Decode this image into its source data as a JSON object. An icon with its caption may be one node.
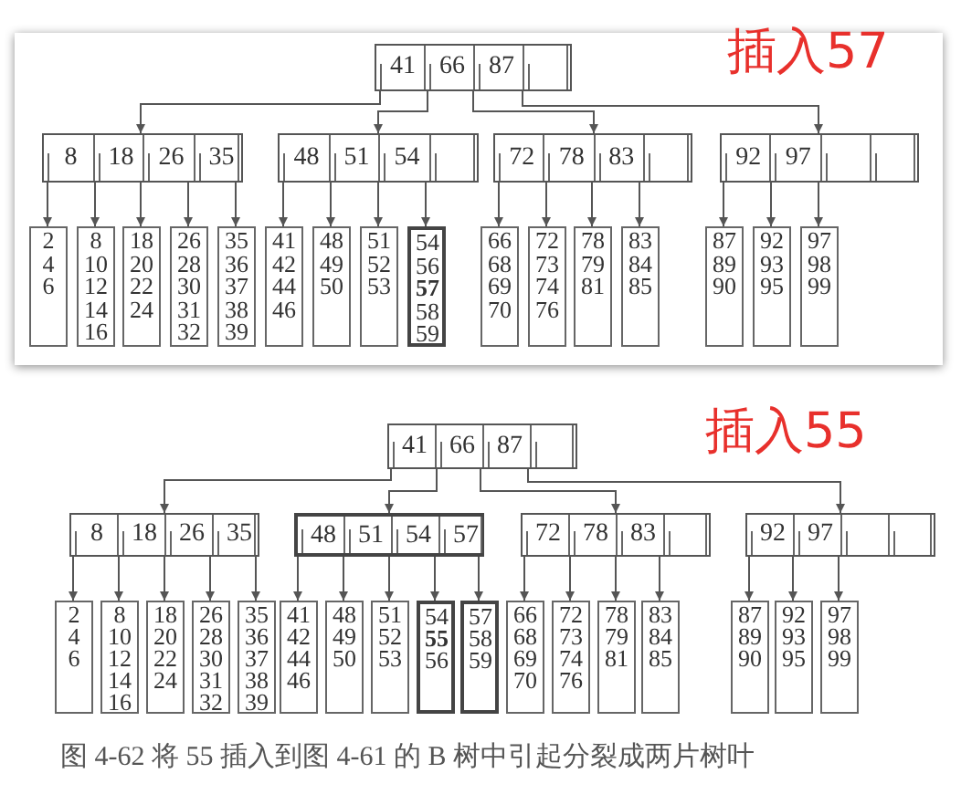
{
  "diagram": {
    "caption": "图 4-62 将 55 插入到图 4-61 的 B 树中引起分裂成两片树叶",
    "nodes": [
      {
        "text": [
          "41",
          "66",
          "87"
        ]
      },
      {
        "text": [
          "8",
          "18",
          "26",
          "35"
        ]
      },
      {
        "text": [
          "48",
          "51",
          "54"
        ]
      },
      {
        "text": [
          "72",
          "78",
          "83"
        ]
      },
      {
        "text": [
          "92",
          "97"
        ]
      },
      {
        "text": [
          "2 4 6"
        ]
      },
      {
        "text": [
          "8 10 12 14 16"
        ]
      },
      {
        "text": [
          "18 20 22 24"
        ]
      },
      {
        "text": [
          "26 28 30 31 32"
        ]
      },
      {
        "text": [
          "35 36 37 38 39"
        ]
      },
      {
        "text": [
          "41 42 44 46"
        ]
      },
      {
        "text": [
          "48 49 50"
        ]
      },
      {
        "text": [
          "51 52 53"
        ]
      },
      {
        "text": [
          "54 56 **57** 58 59"
        ]
      },
      {
        "text": [
          "66 68 69 70"
        ]
      },
      {
        "text": [
          "72 73 74 76"
        ]
      },
      {
        "text": [
          "78 79 81"
        ]
      },
      {
        "text": [
          "83 84 85"
        ]
      },
      {
        "text": [
          "87 89 90"
        ]
      },
      {
        "text": [
          "92 93 95"
        ]
      },
      {
        "text": [
          "97 98 99"
        ]
      },
      {
        "text": [
          "41",
          "66",
          "87"
        ]
      },
      {
        "text": [
          "8",
          "18",
          "26",
          "35"
        ]
      },
      {
        "text": [
          "48",
          "51",
          "54",
          "57"
        ]
      },
      {
        "text": [
          "72",
          "78",
          "83"
        ]
      },
      {
        "text": [
          "92",
          "97"
        ]
      },
      {
        "text": [
          "2 4 6"
        ]
      },
      {
        "text": [
          "8 10 12 14 16"
        ]
      },
      {
        "text": [
          "18 20 22 24"
        ]
      },
      {
        "text": [
          "26 28 30 31 32"
        ]
      },
      {
        "text": [
          "35 36 37 38 39"
        ]
      },
      {
        "text": [
          "41 42 44 46"
        ]
      },
      {
        "text": [
          "48 49 50"
        ]
      },
      {
        "text": [
          "51 52 53"
        ]
      },
      {
        "text": [
          "54 **55** 56"
        ]
      },
      {
        "text": [
          "57 58 59"
        ]
      },
      {
        "text": [
          "66 68 69 70"
        ]
      },
      {
        "text": [
          "72 73 74 76"
        ]
      },
      {
        "text": [
          "78 79 81"
        ]
      },
      {
        "text": [
          "83 84 85"
        ]
      },
      {
        "text": [
          "87 89 90"
        ]
      },
      {
        "text": [
          "92 93 95"
        ]
      },
      {
        "text": [
          "97 98 99"
        ]
      }
    ],
    "edges": [
      {
        "from": 0,
        "to": 1,
        "arrow": "to"
      },
      {
        "from": 0,
        "to": 2,
        "arrow": "to"
      },
      {
        "from": 0,
        "to": 3,
        "arrow": "to"
      },
      {
        "from": 0,
        "to": 4,
        "arrow": "to"
      },
      {
        "from": 1,
        "to": 5,
        "arrow": "to"
      },
      {
        "from": 1,
        "to": 6,
        "arrow": "to"
      },
      {
        "from": 1,
        "to": 7,
        "arrow": "to"
      },
      {
        "from": 1,
        "to": 8,
        "arrow": "to"
      },
      {
        "from": 1,
        "to": 9,
        "arrow": "to"
      },
      {
        "from": 2,
        "to": 10,
        "arrow": "to"
      },
      {
        "from": 2,
        "to": 11,
        "arrow": "to"
      },
      {
        "from": 2,
        "to": 12,
        "arrow": "to"
      },
      {
        "from": 2,
        "to": 13,
        "arrow": "to"
      },
      {
        "from": 3,
        "to": 14,
        "arrow": "to"
      },
      {
        "from": 3,
        "to": 15,
        "arrow": "to"
      },
      {
        "from": 3,
        "to": 16,
        "arrow": "to"
      },
      {
        "from": 3,
        "to": 17,
        "arrow": "to"
      },
      {
        "from": 4,
        "to": 18,
        "arrow": "to"
      },
      {
        "from": 4,
        "to": 19,
        "arrow": "to"
      },
      {
        "from": 4,
        "to": 20,
        "arrow": "to"
      },
      {
        "from": 21,
        "to": 22,
        "arrow": "to"
      },
      {
        "from": 21,
        "to": 23,
        "arrow": "to"
      },
      {
        "from": 21,
        "to": 24,
        "arrow": "to"
      },
      {
        "from": 21,
        "to": 25,
        "arrow": "to"
      },
      {
        "from": 22,
        "to": 26,
        "arrow": "to"
      },
      {
        "from": 22,
        "to": 27,
        "arrow": "to"
      },
      {
        "from": 22,
        "to": 28,
        "arrow": "to"
      },
      {
        "from": 22,
        "to": 29,
        "arrow": "to"
      },
      {
        "from": 22,
        "to": 30,
        "arrow": "to"
      },
      {
        "from": 23,
        "to": 31,
        "arrow": "to"
      },
      {
        "from": 23,
        "to": 32,
        "arrow": "to"
      },
      {
        "from": 23,
        "to": 33,
        "arrow": "to"
      },
      {
        "from": 23,
        "to": 34,
        "arrow": "to"
      },
      {
        "from": 23,
        "to": 35,
        "arrow": "to"
      },
      {
        "from": 24,
        "to": 36,
        "arrow": "to"
      },
      {
        "from": 24,
        "to": 37,
        "arrow": "to"
      },
      {
        "from": 24,
        "to": 38,
        "arrow": "to"
      },
      {
        "from": 24,
        "to": 39,
        "arrow": "to"
      },
      {
        "from": 25,
        "to": 40,
        "arrow": "to"
      },
      {
        "from": 25,
        "to": 41,
        "arrow": "to"
      },
      {
        "from": 25,
        "to": 42,
        "arrow": "to"
      }
    ],
    "labels": [
      "插入57",
      "插入55"
    ]
  }
}
